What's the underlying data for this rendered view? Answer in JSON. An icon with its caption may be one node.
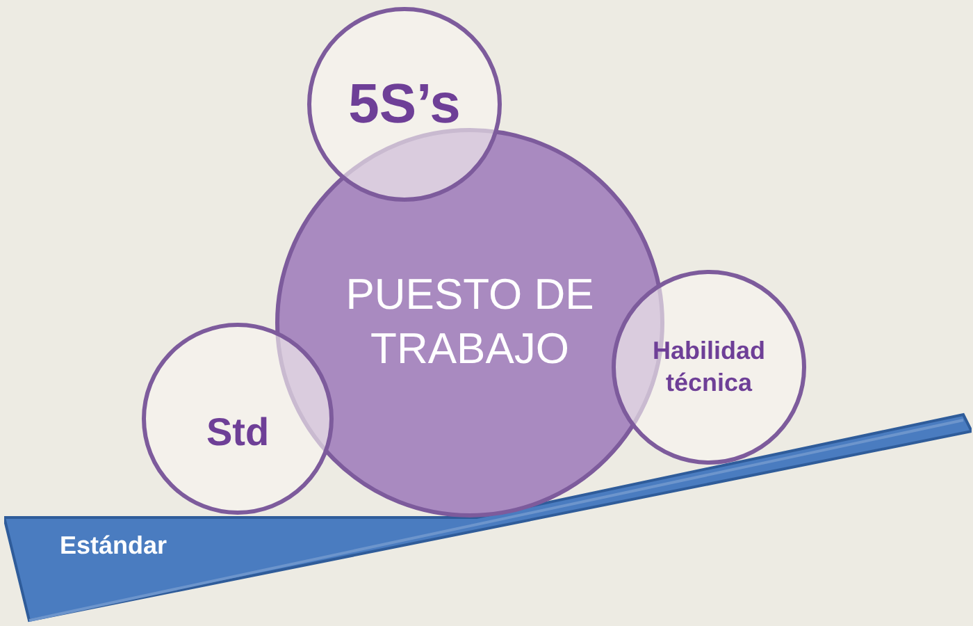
{
  "diagram": {
    "nodes": [
      {
        "text": [
          "5S’s"
        ]
      },
      {
        "text": [
          "PUESTO DE TRABAJO"
        ]
      },
      {
        "text": [
          "Habilidad técnica"
        ]
      },
      {
        "text": [
          "Std"
        ]
      },
      {
        "text": [
          "Estándar"
        ]
      }
    ]
  }
}
